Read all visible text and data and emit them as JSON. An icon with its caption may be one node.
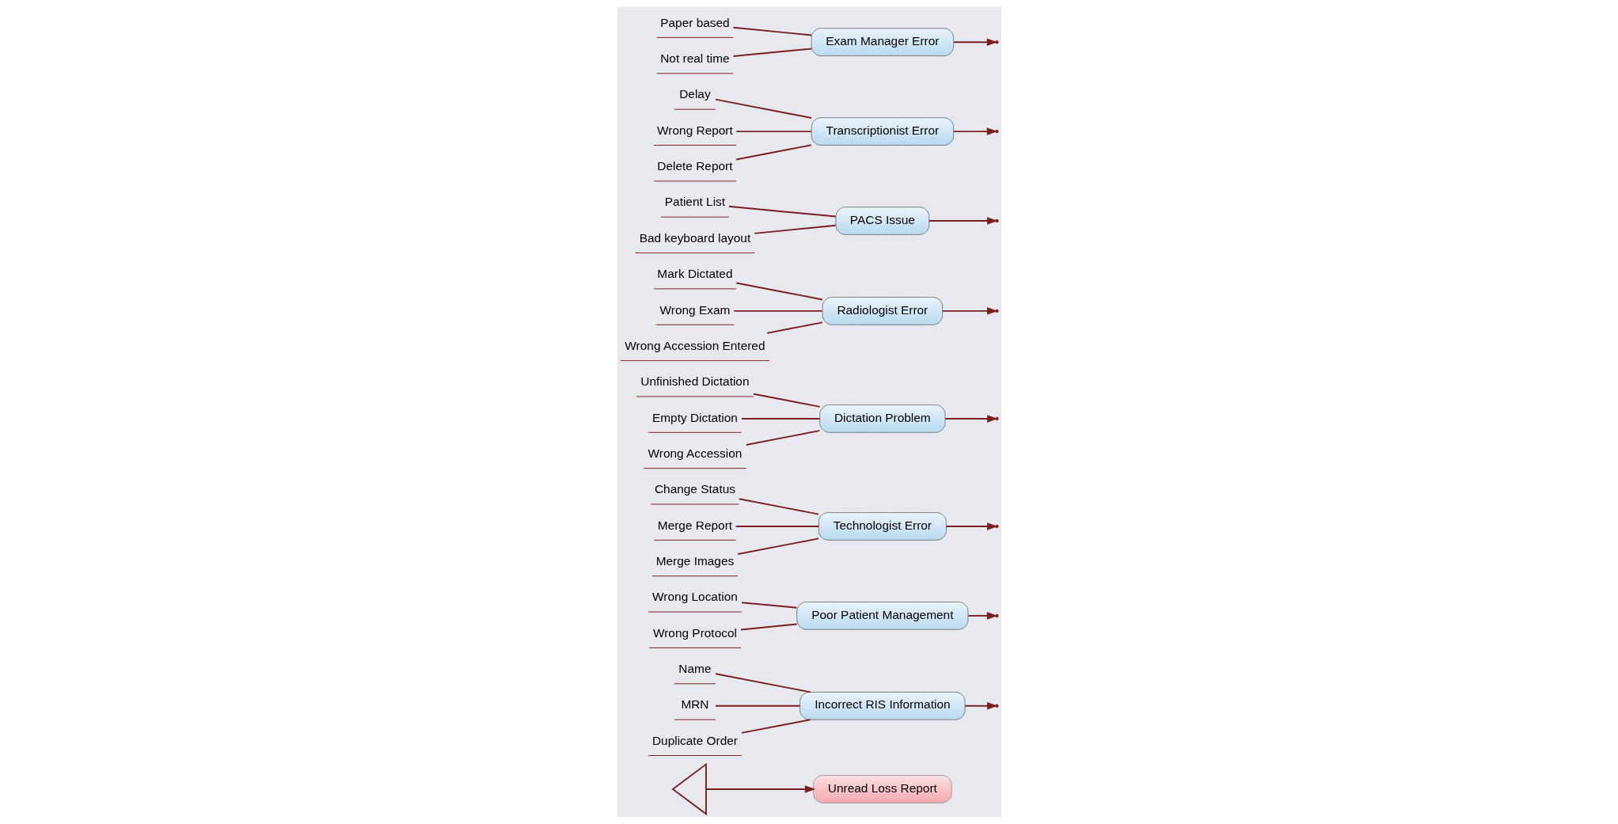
{
  "diagram": {
    "nodes": [
      {
        "text": [],
        "shape": "triangle"
      },
      {
        "text": [
          "Incorrect RIS Information"
        ]
      },
      {
        "text": [
          "Poor Patient Management"
        ]
      },
      {
        "text": [
          "Technologist Error"
        ]
      },
      {
        "text": [
          "Dictation Problem"
        ]
      },
      {
        "text": [
          "Unread Loss Report"
        ]
      },
      {
        "text": [
          "Radiologist Error"
        ]
      },
      {
        "text": [
          "PACS Issue"
        ]
      },
      {
        "text": [
          "Transcriptionist Error"
        ]
      },
      {
        "text": [
          "Exam Manager Error"
        ]
      },
      {
        "text": [
          "Name"
        ]
      },
      {
        "text": [
          "MRN"
        ]
      },
      {
        "text": [
          "Duplicate Order"
        ]
      },
      {
        "text": [
          "Wrong Location"
        ]
      },
      {
        "text": [
          "Wrong Protocol"
        ]
      },
      {
        "text": [
          "Change Status"
        ]
      },
      {
        "text": [
          "Merge Report"
        ]
      },
      {
        "text": [
          "Merge Images"
        ]
      },
      {
        "text": [
          "Unfinished Dictation"
        ]
      },
      {
        "text": [
          "Empty Dictation"
        ]
      },
      {
        "text": [
          "Wrong Accession"
        ]
      },
      {
        "text": [
          "Mark Dictated"
        ]
      },
      {
        "text": [
          "Wrong Exam"
        ]
      },
      {
        "text": [
          "Wrong Accession Entered"
        ]
      },
      {
        "text": [
          "Patient List"
        ]
      },
      {
        "text": [
          "Bad keyboard layout"
        ]
      },
      {
        "text": [
          "Delay"
        ]
      },
      {
        "text": [
          "Wrong Report"
        ]
      },
      {
        "text": [
          "Delete Report"
        ]
      },
      {
        "text": [
          "Paper based"
        ]
      },
      {
        "text": [
          "Not real time"
        ]
      }
    ],
    "edges": [
      {
        "from": 0,
        "to": 5,
        "arrow": "to"
      },
      {
        "from": 1,
        "to": null,
        "arrow": "to"
      },
      {
        "from": 2,
        "to": null,
        "arrow": "to"
      },
      {
        "from": 3,
        "to": null,
        "arrow": "to"
      },
      {
        "from": 4,
        "to": null,
        "arrow": "to"
      },
      {
        "from": 6,
        "to": null,
        "arrow": "to"
      },
      {
        "from": 7,
        "to": null,
        "arrow": "to"
      },
      {
        "from": 8,
        "to": null,
        "arrow": "to"
      },
      {
        "from": 9,
        "to": null,
        "arrow": "to"
      },
      {
        "from": 10,
        "to": 1,
        "arrow": "none"
      },
      {
        "from": 11,
        "to": 1,
        "arrow": "none"
      },
      {
        "from": 12,
        "to": 1,
        "arrow": "none"
      },
      {
        "from": 13,
        "to": 2,
        "arrow": "none"
      },
      {
        "from": 14,
        "to": 2,
        "arrow": "none"
      },
      {
        "from": 15,
        "to": 3,
        "arrow": "none"
      },
      {
        "from": 16,
        "to": 3,
        "arrow": "none"
      },
      {
        "from": 17,
        "to": 3,
        "arrow": "none"
      },
      {
        "from": 18,
        "to": 4,
        "arrow": "none"
      },
      {
        "from": 19,
        "to": 4,
        "arrow": "none"
      },
      {
        "from": 20,
        "to": 4,
        "arrow": "none"
      },
      {
        "from": 21,
        "to": 6,
        "arrow": "none"
      },
      {
        "from": 22,
        "to": 6,
        "arrow": "none"
      },
      {
        "from": 23,
        "to": 6,
        "arrow": "none"
      },
      {
        "from": 24,
        "to": 7,
        "arrow": "none"
      },
      {
        "from": 25,
        "to": 7,
        "arrow": "none"
      },
      {
        "from": 26,
        "to": 8,
        "arrow": "none"
      },
      {
        "from": 27,
        "to": 8,
        "arrow": "none"
      },
      {
        "from": 28,
        "to": 8,
        "arrow": "none"
      },
      {
        "from": 29,
        "to": 9,
        "arrow": "none"
      },
      {
        "from": 30,
        "to": 9,
        "arrow": "none"
      }
    ]
  }
}
